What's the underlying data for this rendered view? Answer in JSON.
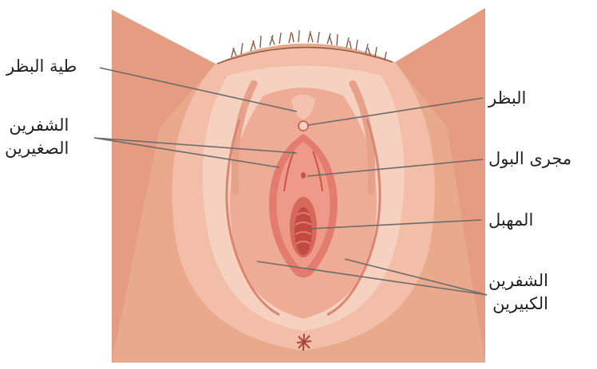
{
  "labels": {
    "clitoral_hood": "طية البظر",
    "labia_minora_1": "الشفرين",
    "labia_minora_2": "الصغيرين",
    "clitoris": "البظر",
    "urethra": "مجرى البول",
    "vagina": "المهبل",
    "labia_majora_1": "الشفرين",
    "labia_majora_2": "الكبيرين"
  },
  "colors": {
    "skin_dark": "#e8a286",
    "skin_mid": "#f0b9a1",
    "skin_light": "#f7d3c2",
    "inner_pink": "#e98f80",
    "inner_dark": "#c9534a",
    "leader_line": "#6b6b6b",
    "hair": "#8a5a45"
  }
}
